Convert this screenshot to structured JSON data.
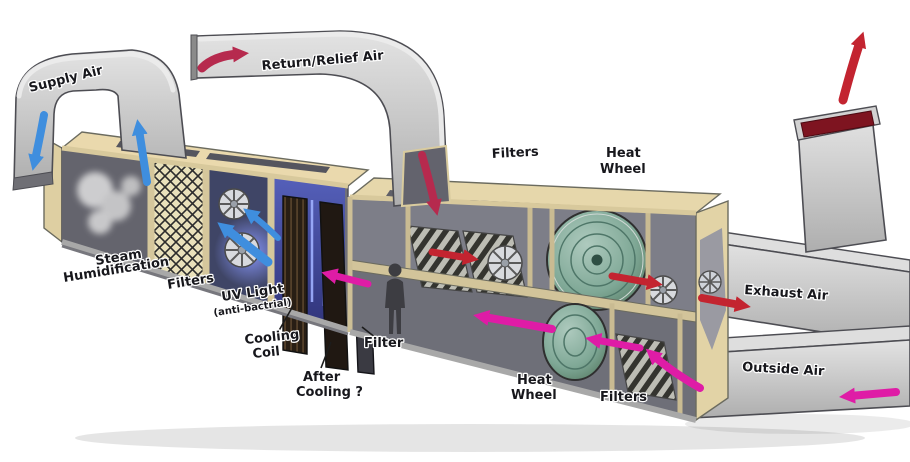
{
  "diagram": {
    "labels": {
      "supply_air": "Supply Air",
      "return_relief_air": "Return/Relief Air",
      "filters_upper": "Filters",
      "heat_wheel_upper_line1": "Heat",
      "heat_wheel_upper_line2": "Wheel",
      "steam_line1": "Steam",
      "steam_line2": "Humidification",
      "filters_left": "Filters",
      "uv_light_line1": "UV Light",
      "uv_light_line2": "(anti-bactrial)",
      "cooling_coil_line1": "Cooling",
      "cooling_coil_line2": "Coil",
      "after_cooling_line1": "After",
      "after_cooling_line2": "Cooling ?",
      "filter_single": "Filter",
      "heat_wheel_lower_line1": "Heat",
      "heat_wheel_lower_line2": "Wheel",
      "filters_lower": "Filters",
      "exhaust_air": "Exhaust Air",
      "outside_air": "Outside Air"
    },
    "colors": {
      "supply_air_arrow": "#3f8ede",
      "return_air_arrow": "#b62a4e",
      "exhaust_air_arrow": "#c32430",
      "outside_air_arrow": "#df1ca6",
      "duct_gray": "#c6c6c6",
      "panel_wood": "#e8d9ae",
      "uv_glow": "#3b3f8e",
      "heat_wheel": "#6f9a8a"
    }
  }
}
